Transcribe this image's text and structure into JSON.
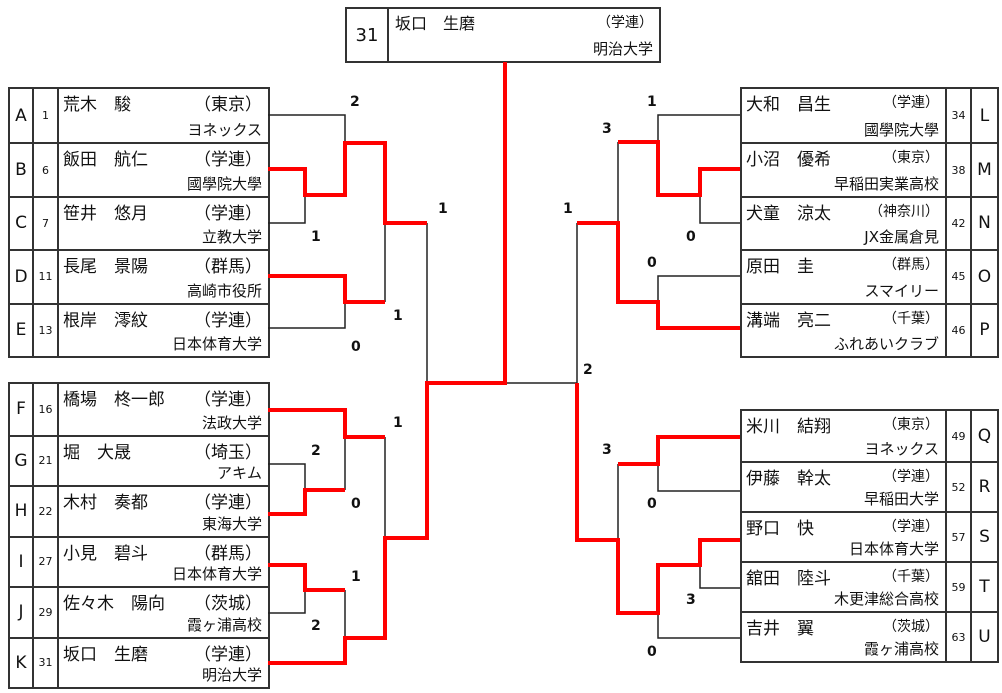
{
  "champion": {
    "seed": "31",
    "name": "坂口　生磨",
    "pref": "（学連）",
    "org": "明治大学"
  },
  "left_top": [
    {
      "letter": "A",
      "seed": "1",
      "name": "荒木　駿",
      "pref": "（東京）",
      "org": "ヨネックス"
    },
    {
      "letter": "B",
      "seed": "6",
      "name": "飯田　航仁",
      "pref": "（学連）",
      "org": "國學院大學"
    },
    {
      "letter": "C",
      "seed": "7",
      "name": "笹井　悠月",
      "pref": "（学連）",
      "org": "立教大学"
    },
    {
      "letter": "D",
      "seed": "11",
      "name": "長尾　景陽",
      "pref": "（群馬）",
      "org": "高崎市役所"
    },
    {
      "letter": "E",
      "seed": "13",
      "name": "根岸　澪紋",
      "pref": "（学連）",
      "org": "日本体育大学"
    }
  ],
  "left_bottom": [
    {
      "letter": "F",
      "seed": "16",
      "name": "橋場　柊一郎",
      "pref": "（学連）",
      "org": "法政大学"
    },
    {
      "letter": "G",
      "seed": "21",
      "name": "堀　大晟",
      "pref": "（埼玉）",
      "org": "アキム"
    },
    {
      "letter": "H",
      "seed": "22",
      "name": "木村　奏都",
      "pref": "（学連）",
      "org": "東海大学"
    },
    {
      "letter": "I",
      "seed": "27",
      "name": "小見　碧斗",
      "pref": "（群馬）",
      "org": "日本体育大学"
    },
    {
      "letter": "J",
      "seed": "29",
      "name": "佐々木　陽向",
      "pref": "（茨城）",
      "org": "霞ヶ浦高校"
    },
    {
      "letter": "K",
      "seed": "31",
      "name": "坂口　生磨",
      "pref": "（学連）",
      "org": "明治大学"
    }
  ],
  "right_top": [
    {
      "letter": "L",
      "seed": "34",
      "name": "大和　昌生",
      "pref": "（学連）",
      "org": "國學院大學"
    },
    {
      "letter": "M",
      "seed": "38",
      "name": "小沼　優希",
      "pref": "（東京）",
      "org": "早稲田実業高校"
    },
    {
      "letter": "N",
      "seed": "42",
      "name": "犬童　涼太",
      "pref": "（神奈川）",
      "org": "JX金属倉見"
    },
    {
      "letter": "O",
      "seed": "45",
      "name": "原田　圭",
      "pref": "（群馬）",
      "org": "スマイリー"
    },
    {
      "letter": "P",
      "seed": "46",
      "name": "溝端　亮二",
      "pref": "（千葉）",
      "org": "ふれあいクラブ"
    }
  ],
  "right_bottom": [
    {
      "letter": "Q",
      "seed": "49",
      "name": "米川　結翔",
      "pref": "（東京）",
      "org": "ヨネックス"
    },
    {
      "letter": "R",
      "seed": "52",
      "name": "伊藤　幹太",
      "pref": "（学連）",
      "org": "早稲田大学"
    },
    {
      "letter": "S",
      "seed": "57",
      "name": "野口　快",
      "pref": "（学連）",
      "org": "日本体育大学"
    },
    {
      "letter": "T",
      "seed": "59",
      "name": "舘田　陸斗",
      "pref": "（千葉）",
      "org": "木更津総合高校"
    },
    {
      "letter": "U",
      "seed": "63",
      "name": "吉井　翼",
      "pref": "（茨城）",
      "org": "霞ヶ浦高校"
    }
  ],
  "scores": [
    "2",
    "1",
    "1",
    "1",
    "0",
    "1",
    "2",
    "0",
    "1",
    "2",
    "1",
    "3",
    "0",
    "0",
    "1",
    "2",
    "3",
    "0",
    "3",
    "0"
  ],
  "colors": {
    "winner_line": "#ff0000",
    "line": "#222222"
  }
}
